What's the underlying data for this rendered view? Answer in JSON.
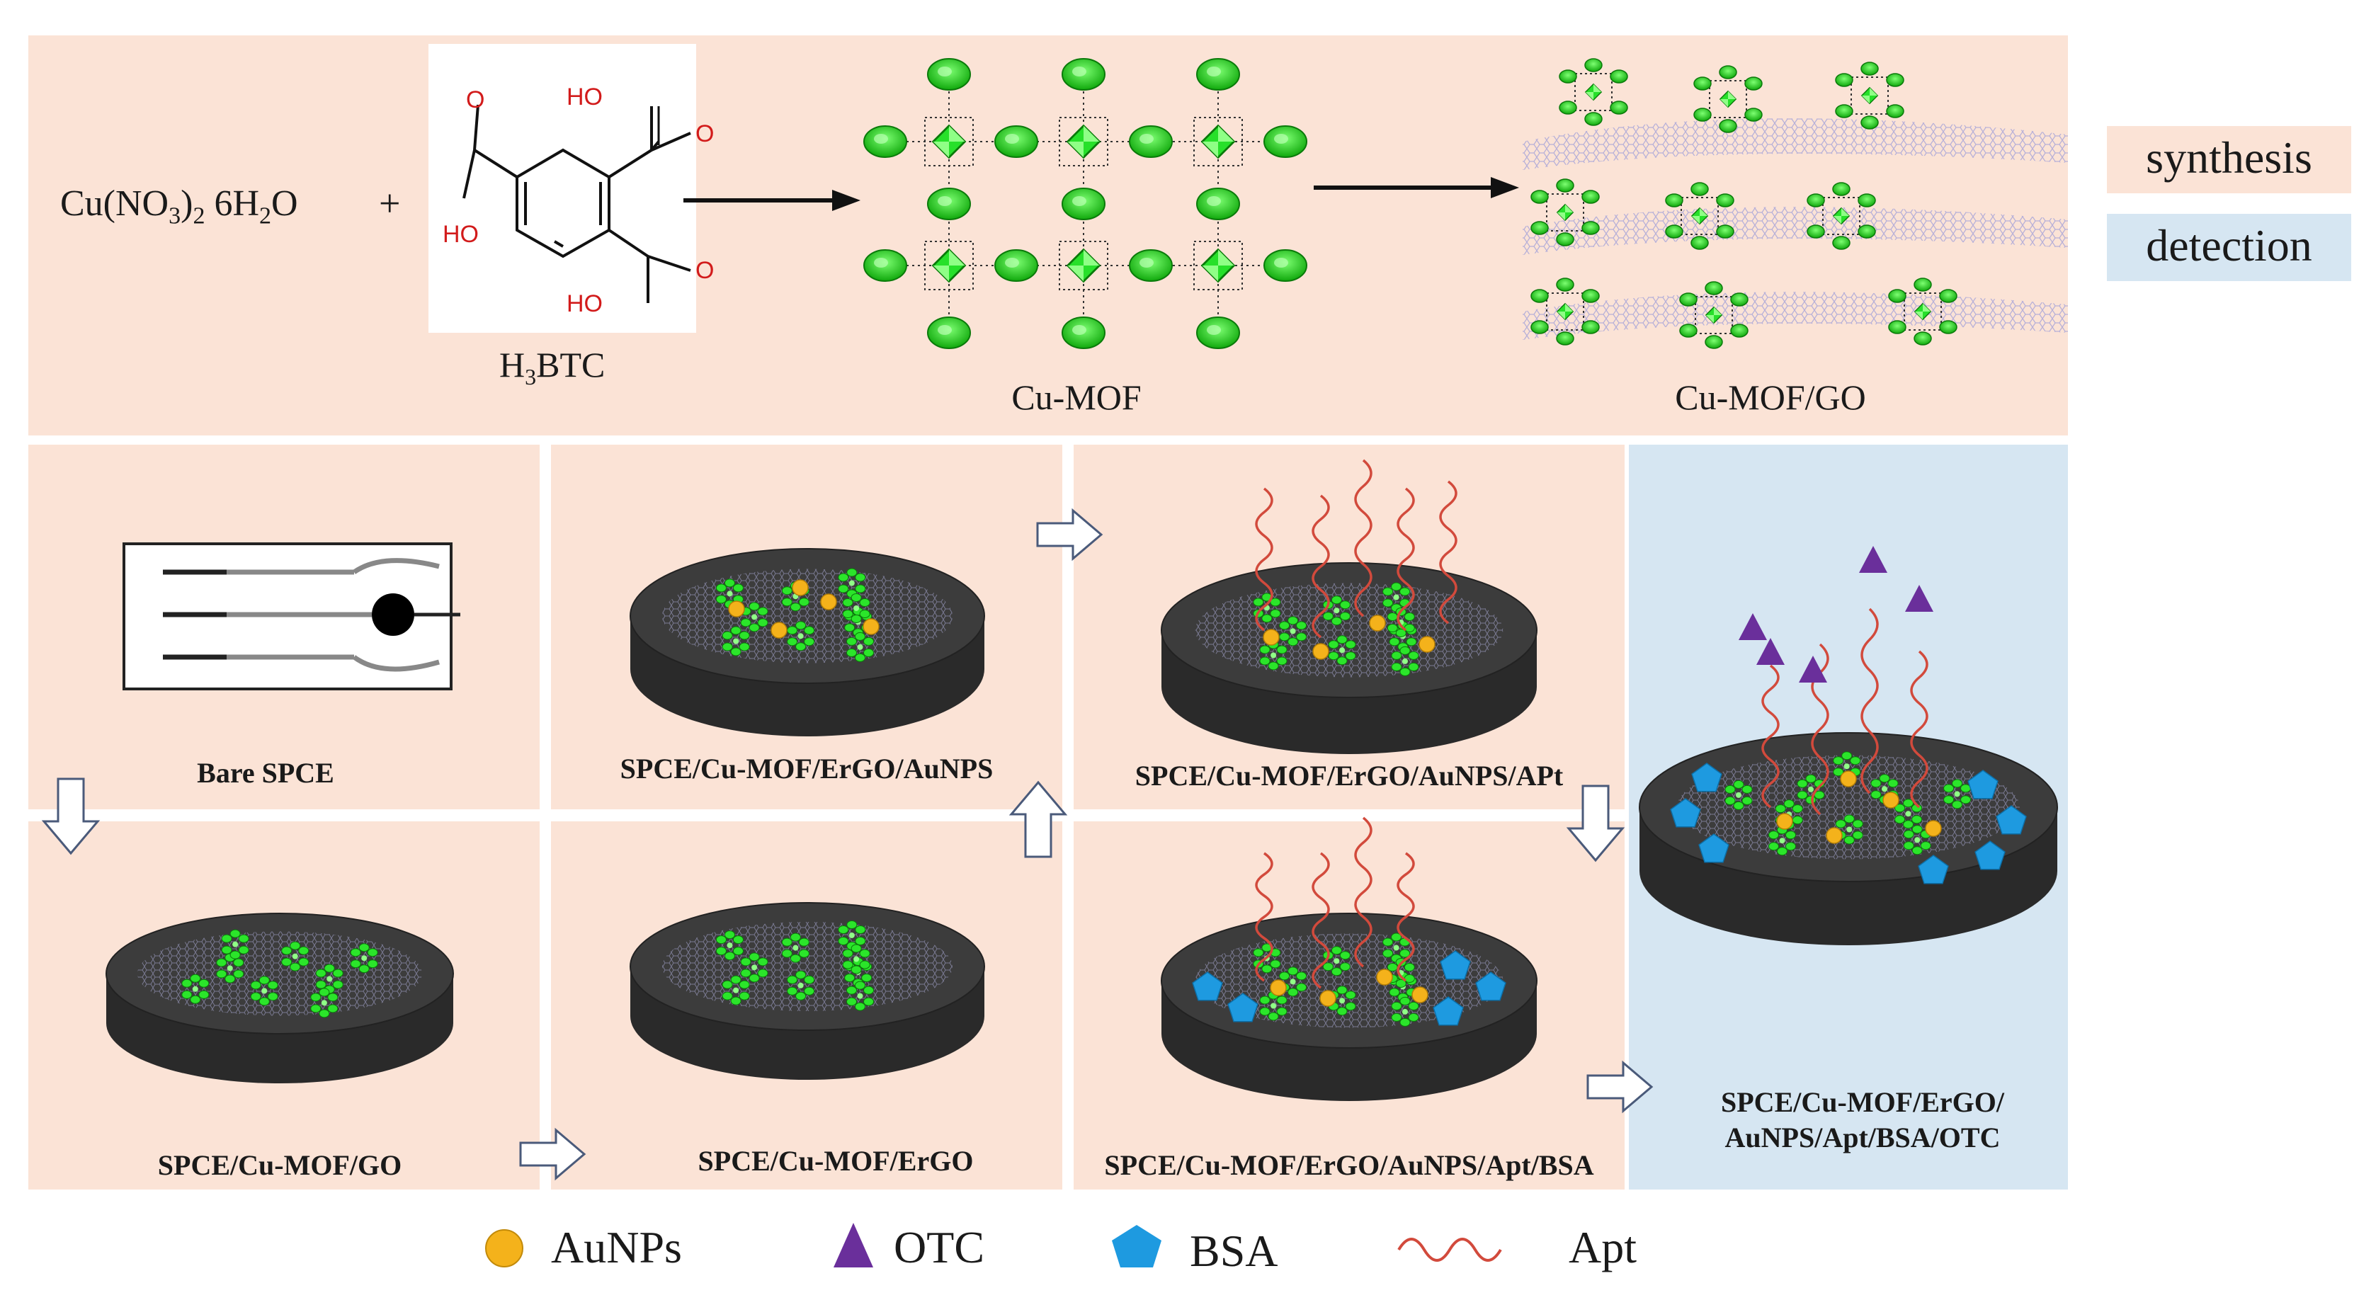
{
  "colors": {
    "synthesis_bg": "#fbe3d6",
    "detection_bg": "#d6e6f2",
    "electrode": "#3a3a3a",
    "mof_green": "#22d81e",
    "aunp": "#f4b21b",
    "otc": "#6a2f9b",
    "bsa": "#1e9ae0",
    "apt": "#d24a3c"
  },
  "top": {
    "reactant": "Cu(NO3)2 6H2O",
    "reactant_parts": [
      "Cu(NO",
      "3",
      ")",
      "2",
      " 6H",
      "2",
      "O"
    ],
    "plus": "+",
    "linker_label": "H3BTC",
    "linker_parts": [
      "H",
      "3",
      "BTC"
    ],
    "oh_labels": [
      "HO",
      "HO",
      "HO"
    ],
    "mof_label": "Cu-MOF",
    "composite_label": "Cu-MOF/GO"
  },
  "legend_side": {
    "synthesis": "synthesis",
    "detection": "detection"
  },
  "steps": {
    "bare": "Bare SPCE",
    "mof_go": "SPCE/Cu-MOF/GO",
    "ergo": "SPCE/Cu-MOF/ErGO",
    "aunps": "SPCE/Cu-MOF/ErGO/AuNPS",
    "apt": "SPCE/Cu-MOF/ErGO/AuNPS/APt",
    "bsa": "SPCE/Cu-MOF/ErGO/AuNPS/Apt/BSA",
    "otc_line1": "SPCE/Cu-MOF/ErGO/",
    "otc_line2": "AuNPS/Apt/BSA/OTC"
  },
  "legend": [
    {
      "label": "AuNPs",
      "icon": "circle-icon"
    },
    {
      "label": "OTC",
      "icon": "triangle-icon"
    },
    {
      "label": "BSA",
      "icon": "pentagon-icon"
    },
    {
      "label": "Apt",
      "icon": "wave-icon"
    }
  ]
}
